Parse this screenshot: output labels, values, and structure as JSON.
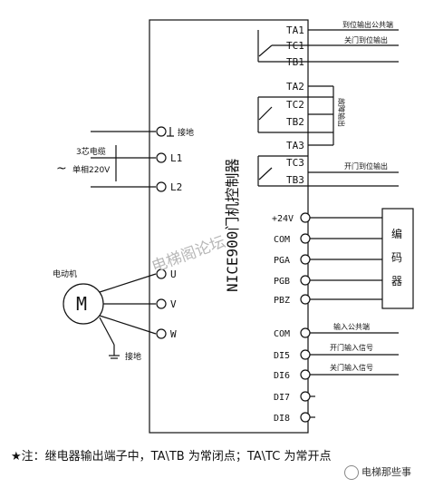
{
  "controller": {
    "label": "NICE900门机控制器"
  },
  "relay_terminals": {
    "ta1": "TA1",
    "tc1": "TC1",
    "tb1": "TB1",
    "ta2": "TA2",
    "tc2": "TC2",
    "tb2": "TB2",
    "ta3": "TA3",
    "tc3": "TC3",
    "tb3": "TB3"
  },
  "relay_notes": {
    "common": "到位输出公共端",
    "close": "关门到位输出",
    "fault": "故障输出",
    "open": "开门到位输出"
  },
  "power": {
    "ground_label": "接地",
    "l1": "L1",
    "l2": "L2",
    "cable": "3芯电缆",
    "tilde": "~",
    "single_phase": "单相220V"
  },
  "motor": {
    "label": "电动机",
    "symbol": "M",
    "ground_label": "接地",
    "u": "U",
    "v": "V",
    "w": "W"
  },
  "encoder_terminals": {
    "p24v": "+24V",
    "com": "COM",
    "pga": "PGA",
    "pgb": "PGB",
    "pbz": "PBZ"
  },
  "encoder": {
    "c1": "编",
    "c2": "码",
    "c3": "器"
  },
  "inputs": {
    "com": "COM",
    "di5": "DI5",
    "di6": "DI6",
    "di7": "DI7",
    "di8": "DI8",
    "common_note": "输入公共端",
    "open_note": "开门输入信号",
    "close_note": "关门输入信号"
  },
  "watermark": "电梯阁论坛",
  "footer": {
    "note": "注：继电器输出端子中，TA\\TB 为常闭点；TA\\TC 为常开点",
    "brand": "电梯那些事"
  }
}
